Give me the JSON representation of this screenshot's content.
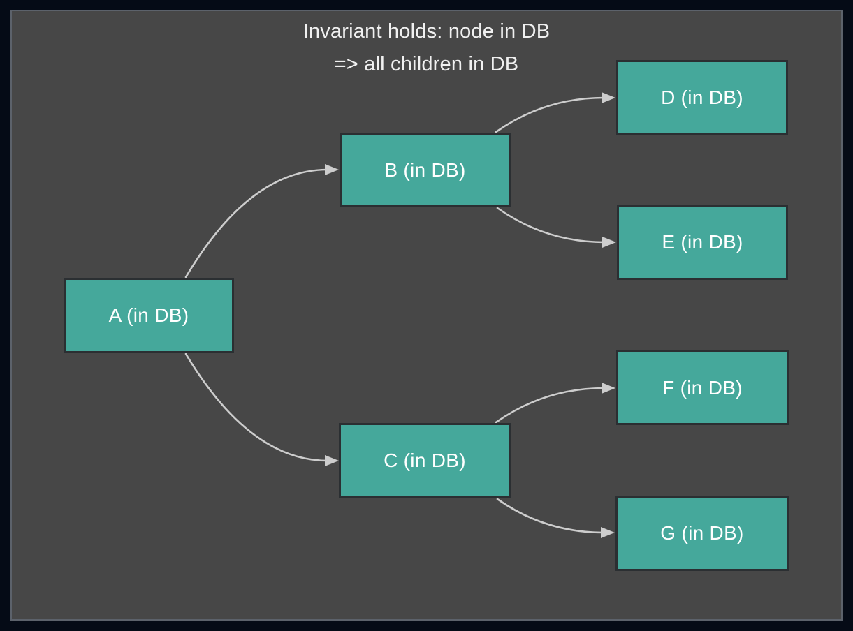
{
  "title": {
    "line1": "Invariant holds: node in DB",
    "line2": "=> all children in DB"
  },
  "nodes": {
    "A": {
      "label": "A (in DB)"
    },
    "B": {
      "label": "B (in DB)"
    },
    "C": {
      "label": "C (in DB)"
    },
    "D": {
      "label": "D (in DB)"
    },
    "E": {
      "label": "E (in DB)"
    },
    "F": {
      "label": "F (in DB)"
    },
    "G": {
      "label": "G (in DB)"
    }
  },
  "edges": [
    {
      "from": "A",
      "to": "B"
    },
    {
      "from": "A",
      "to": "C"
    },
    {
      "from": "B",
      "to": "D"
    },
    {
      "from": "B",
      "to": "E"
    },
    {
      "from": "C",
      "to": "F"
    },
    {
      "from": "C",
      "to": "G"
    }
  ],
  "colors": {
    "page_bg": "#050b16",
    "canvas_bg": "#474747",
    "canvas_border": "#5c626b",
    "node_fill": "#45a89b",
    "node_border": "#2b2f32",
    "node_text": "#ffffff",
    "arrow": "#cdcdcd",
    "title_text": "#f0f0f0"
  }
}
